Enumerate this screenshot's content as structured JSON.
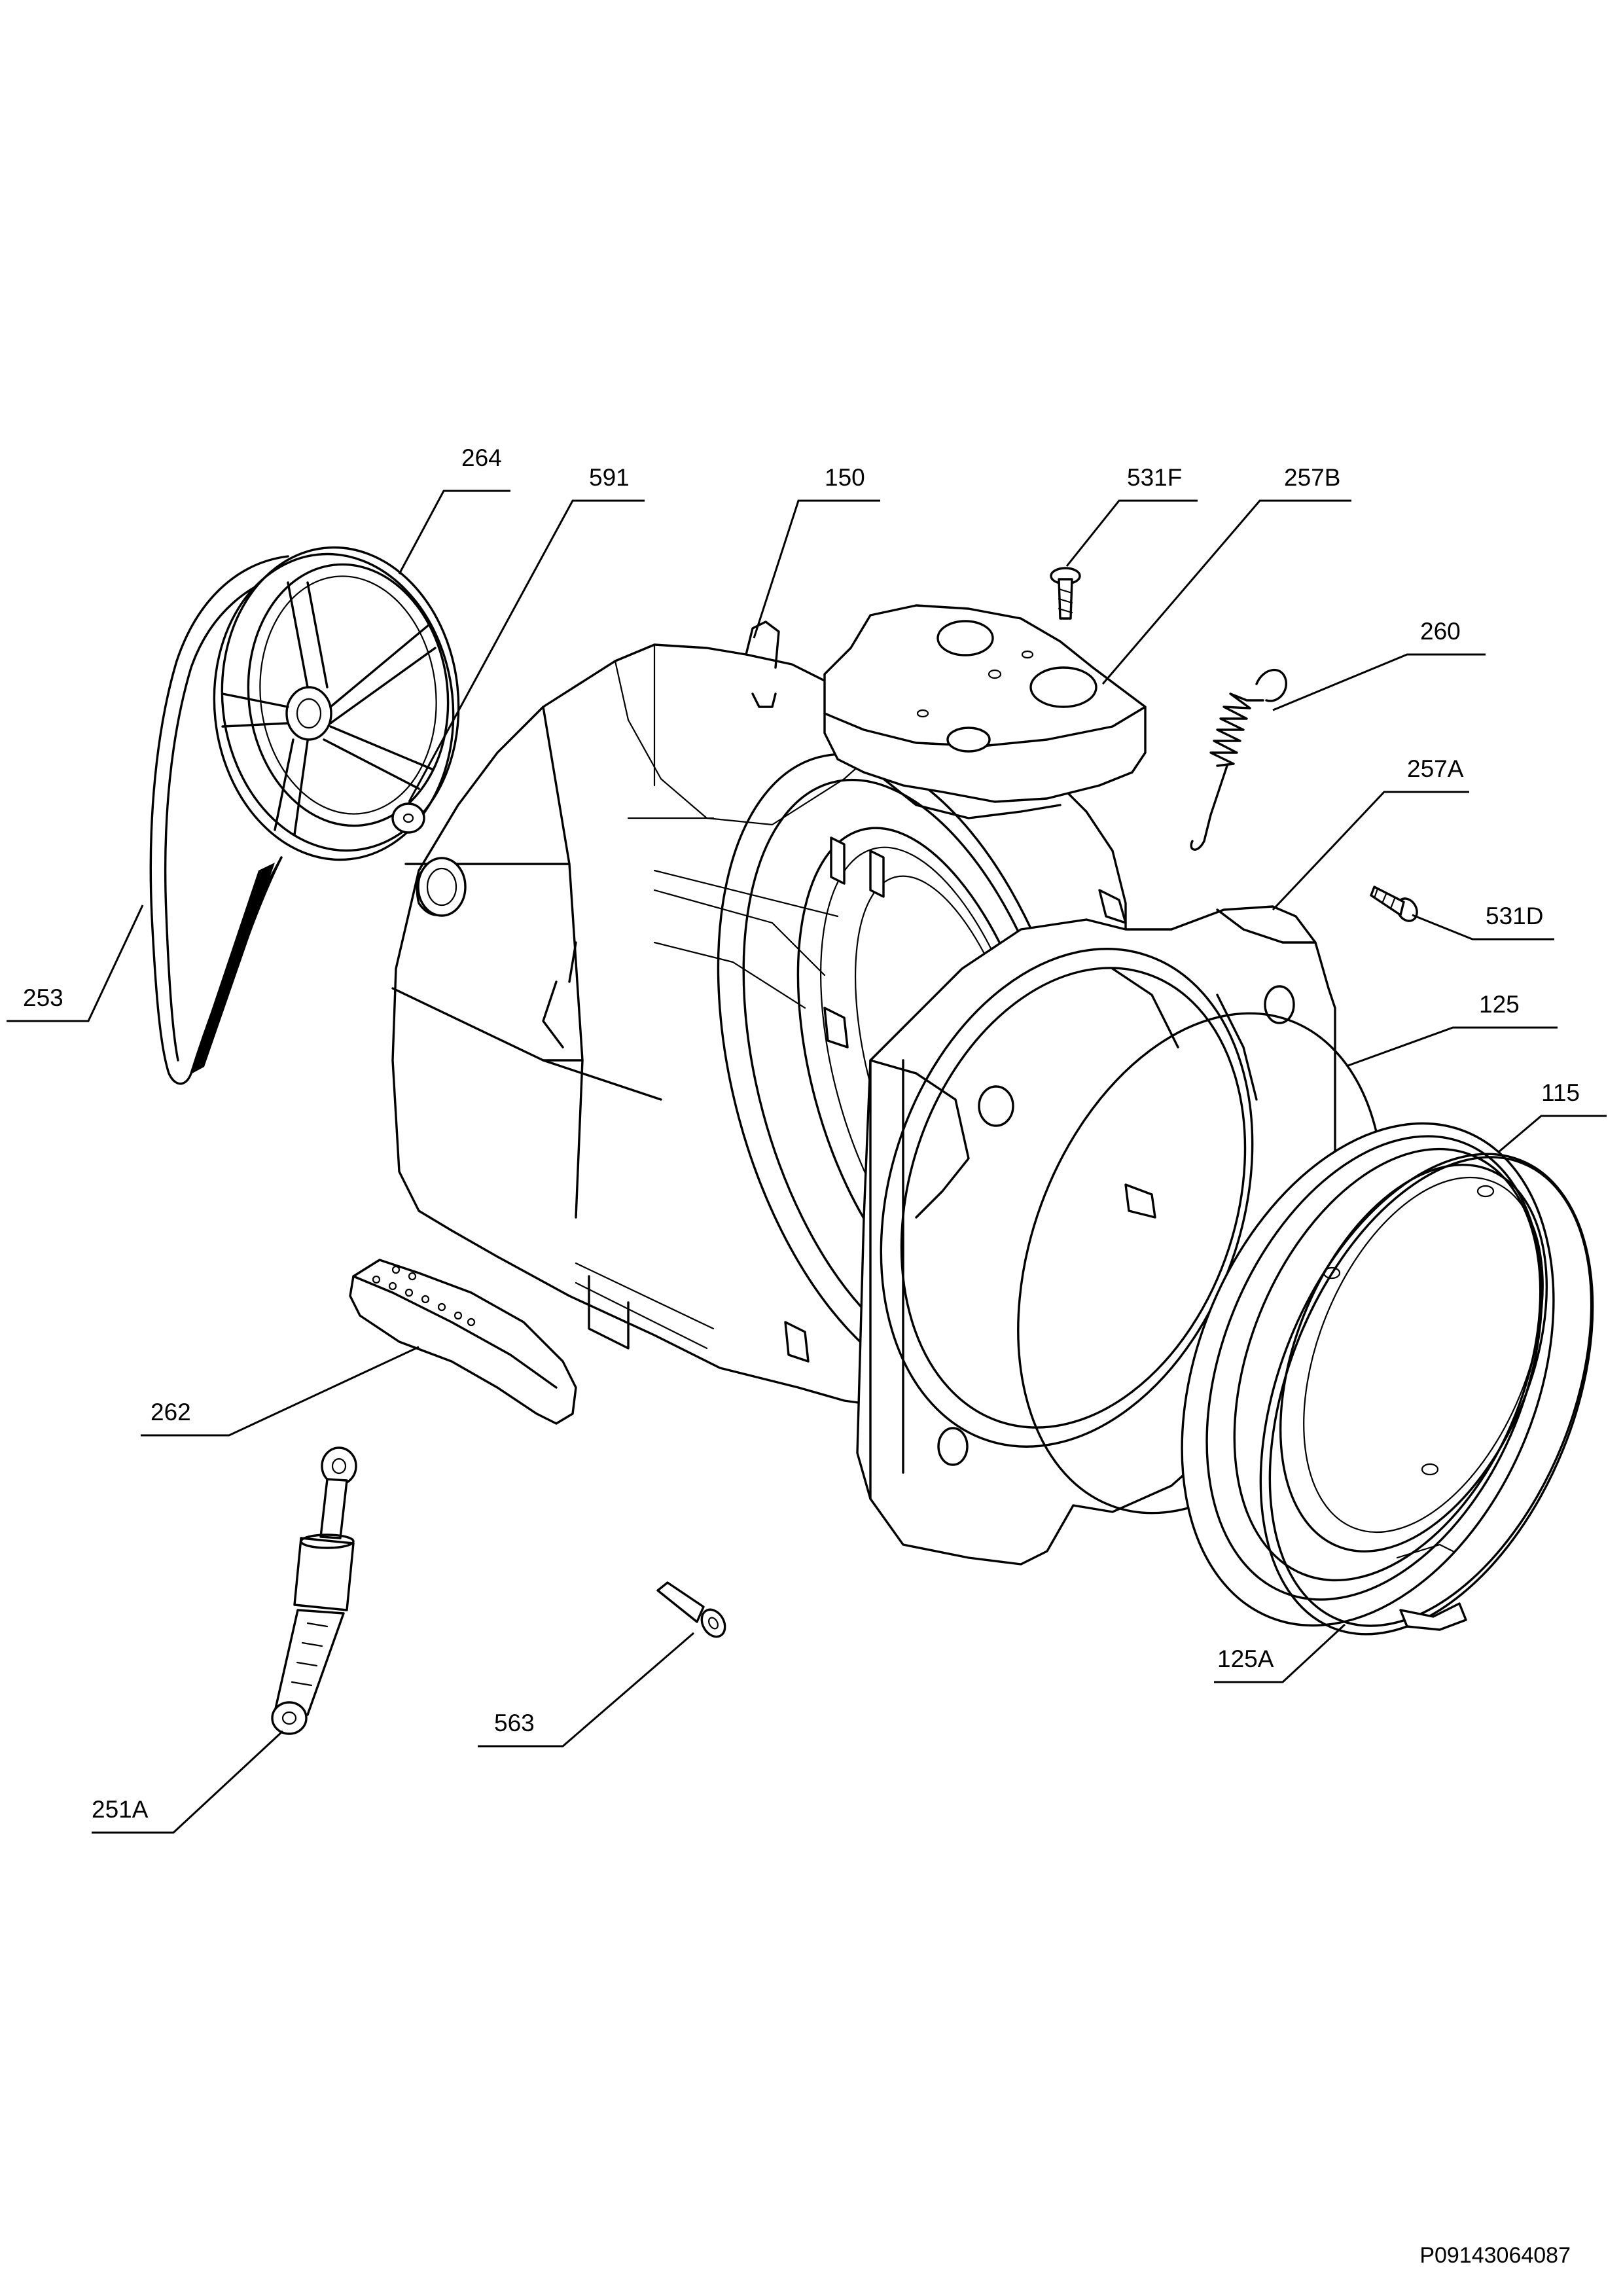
{
  "callouts": {
    "c264": "264",
    "c591": "591",
    "c150": "150",
    "c531F": "531F",
    "c257B": "257B",
    "c260": "260",
    "c257A": "257A",
    "c531D": "531D",
    "c253": "253",
    "c125": "125",
    "c115": "115",
    "c262": "262",
    "c125A": "125A",
    "c563": "563",
    "c251A": "251A"
  },
  "document_code": "P09143064087"
}
